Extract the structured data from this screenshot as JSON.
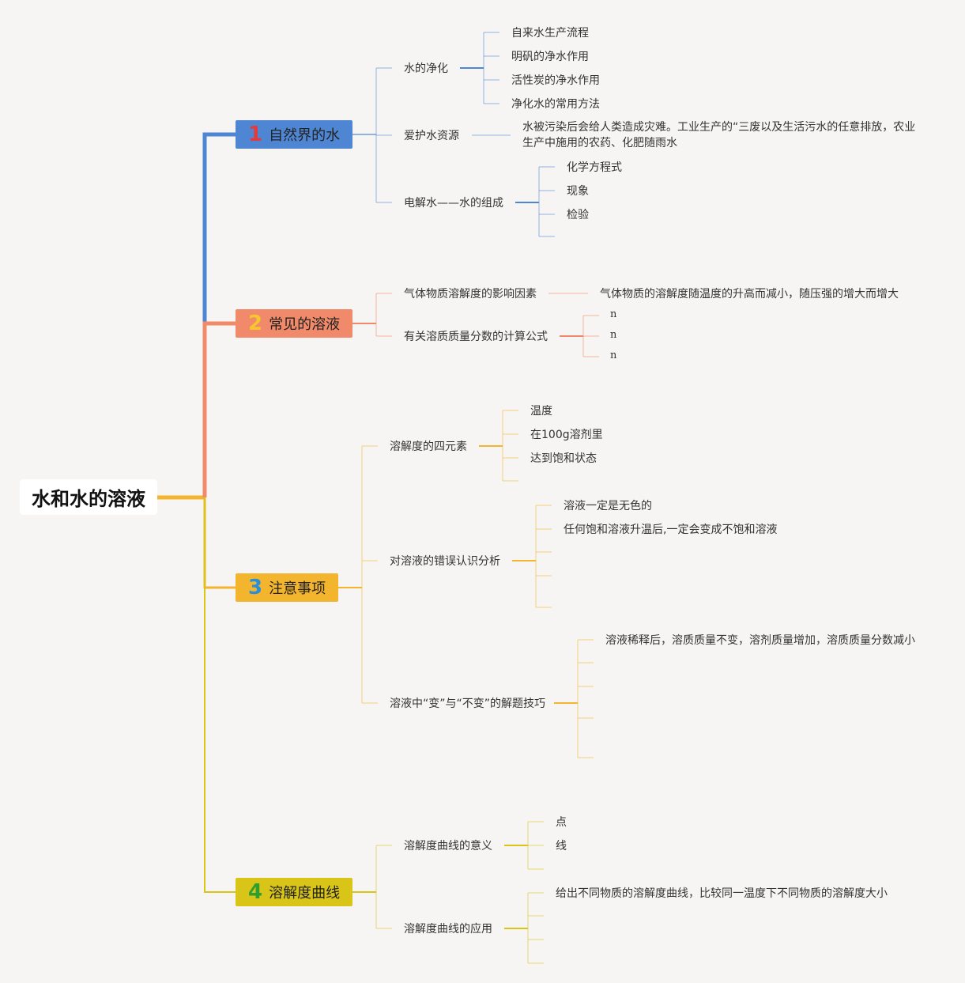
{
  "root": {
    "title": "水和水的溶液"
  },
  "branches": [
    {
      "number": "1",
      "label": "自然界的水",
      "color": "#4f86d4",
      "num_color": "#e23b3b",
      "children": [
        {
          "label": "水的净化",
          "children": [
            "自来水生产流程",
            "明矾的净水作用",
            "活性炭的净水作用",
            "净化水的常用方法"
          ]
        },
        {
          "label": "爱护水资源",
          "children": [
            "水被污染后会给人类造成灾难。工业生产的“三废以及生活污水的任意排放，农业生产中施用的农药、化肥随雨水"
          ]
        },
        {
          "label": "电解水——水的组成",
          "children": [
            "化学方程式",
            "现象",
            "检验"
          ]
        }
      ]
    },
    {
      "number": "2",
      "label": "常见的溶液",
      "color": "#f08a6a",
      "num_color": "#f7c52e",
      "children": [
        {
          "label": "气体物质溶解度的影响因素",
          "children": [
            "气体物质的溶解度随温度的升高而减小，随压强的增大而增大"
          ]
        },
        {
          "label": "有关溶质质量分数的计算公式",
          "children": [
            "n",
            "n",
            "n"
          ]
        }
      ]
    },
    {
      "number": "3",
      "label": "注意事项",
      "color": "#f3b52e",
      "num_color": "#2a8fd8",
      "children": [
        {
          "label": "溶解度的四元素",
          "children": [
            "温度",
            "在100g溶剂里",
            "达到饱和状态"
          ]
        },
        {
          "label": "对溶液的错误认识分析",
          "children": [
            "溶液一定是无色的",
            "任何饱和溶液升温后,一定会变成不饱和溶液"
          ]
        },
        {
          "label": "溶液中“变”与“不变”的解题技巧",
          "children": [
            "溶液稀释后，溶质质量不变，溶剂质量增加，溶质质量分数减小"
          ]
        }
      ]
    },
    {
      "number": "4",
      "label": "溶解度曲线",
      "color": "#d9c418",
      "num_color": "#2e9e2e",
      "children": [
        {
          "label": "溶解度曲线的意义",
          "children": [
            "点",
            "线"
          ]
        },
        {
          "label": "溶解度曲线的应用",
          "children": [
            "给出不同物质的溶解度曲线，比较同一温度下不同物质的溶解度大小"
          ]
        }
      ]
    }
  ]
}
